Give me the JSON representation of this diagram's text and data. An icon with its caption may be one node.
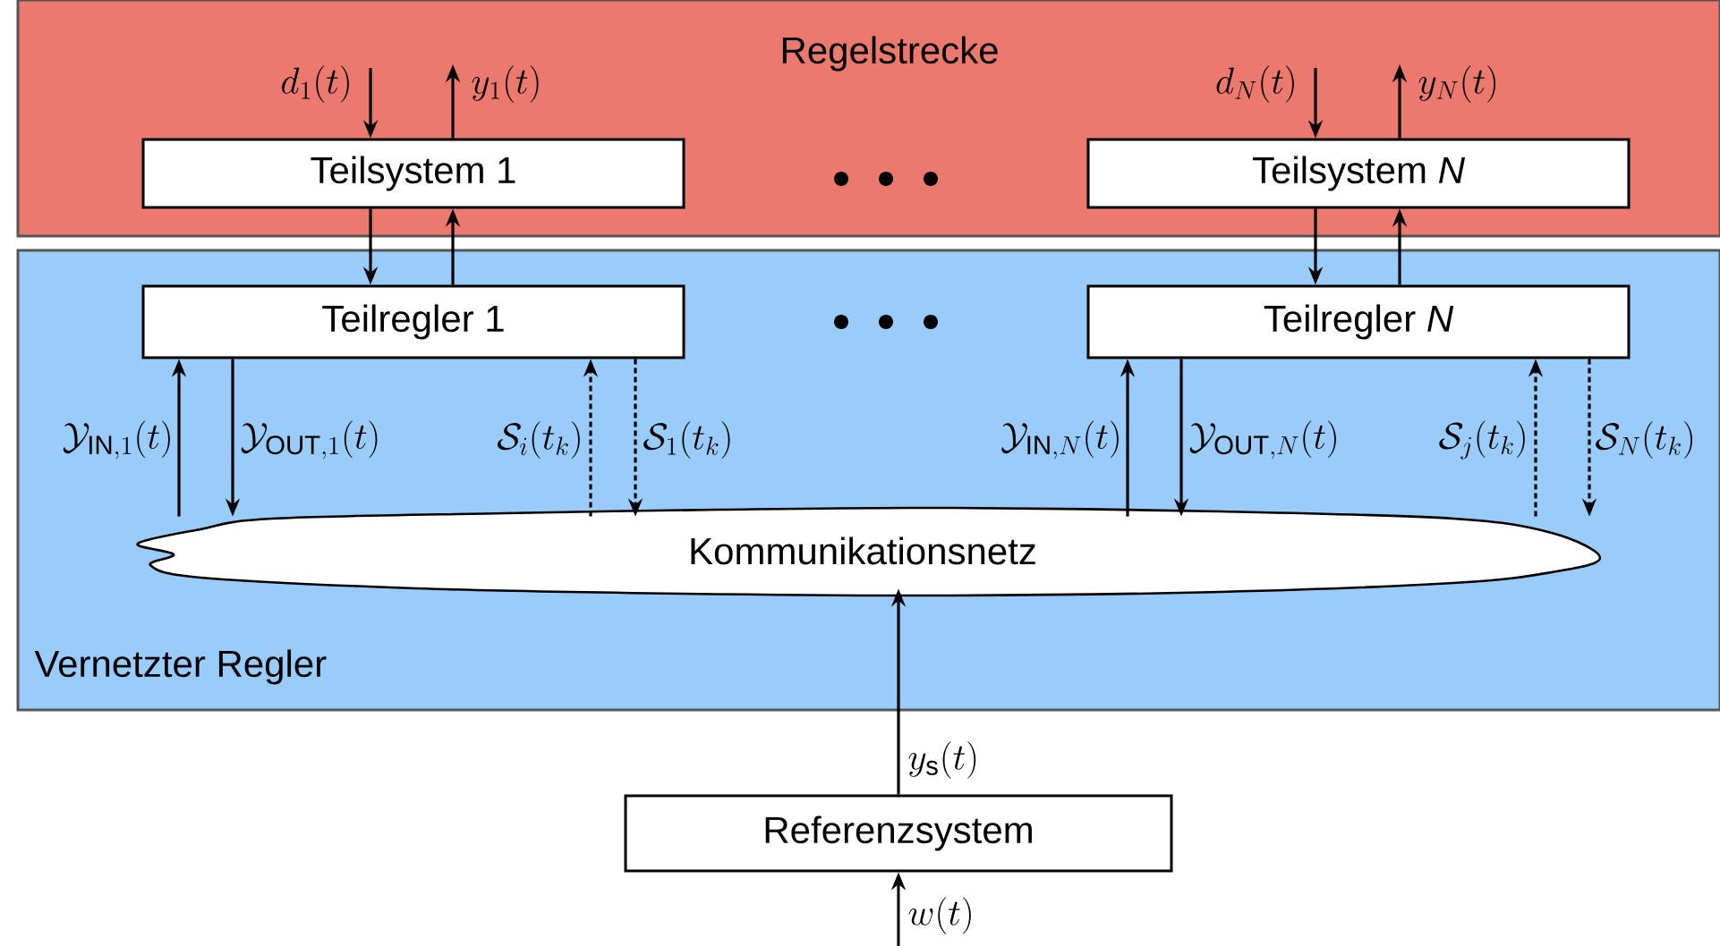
{
  "diagram": {
    "nodes": [
      {
        "text": [
          "Regelstrecke"
        ]
      },
      {
        "text": [
          "Teilsystem 1"
        ],
        "in": 0
      },
      {
        "text": [
          "Teilsystem *N*"
        ],
        "in": 0
      },
      {
        "text": [
          "Vernetzter Regler"
        ]
      },
      {
        "text": [
          "Teilregler 1"
        ],
        "in": 3
      },
      {
        "text": [
          "Teilregler *N*"
        ],
        "in": 3
      },
      {
        "text": [
          "Kommunikationsnetz"
        ],
        "in": 3
      },
      {
        "text": [
          "Referenzsystem"
        ]
      }
    ],
    "edges": [
      {
        "from": null,
        "to": 1,
        "arrow": "to",
        "label": "d_1(t)"
      },
      {
        "from": 1,
        "to": null,
        "arrow": "to",
        "label": "y_1(t)"
      },
      {
        "from": null,
        "to": 2,
        "arrow": "to",
        "label": "d_N(t)"
      },
      {
        "from": 2,
        "to": null,
        "arrow": "to",
        "label": "y_N(t)"
      },
      {
        "from": 1,
        "to": 4,
        "arrow": "to"
      },
      {
        "from": 4,
        "to": 1,
        "arrow": "to"
      },
      {
        "from": 2,
        "to": 5,
        "arrow": "to"
      },
      {
        "from": 5,
        "to": 2,
        "arrow": "to"
      },
      {
        "from": 6,
        "to": 4,
        "arrow": "to",
        "label": "\\mathcal{Y}_{\\mathrm{IN},1}(t)"
      },
      {
        "from": 4,
        "to": 6,
        "arrow": "to",
        "label": "\\mathcal{Y}_{\\mathrm{OUT},1}(t)"
      },
      {
        "from": 6,
        "to": 4,
        "arrow": "to",
        "style": "dashed",
        "label": "\\mathcal{S}_i(t_k)"
      },
      {
        "from": 4,
        "to": 6,
        "arrow": "to",
        "style": "dashed",
        "label": "\\mathcal{S}_1(t_k)"
      },
      {
        "from": 6,
        "to": 5,
        "arrow": "to",
        "label": "\\mathcal{Y}_{\\mathrm{IN},N}(t)"
      },
      {
        "from": 5,
        "to": 6,
        "arrow": "to",
        "label": "\\mathcal{Y}_{\\mathrm{OUT},N}(t)"
      },
      {
        "from": 6,
        "to": 5,
        "arrow": "to",
        "style": "dashed",
        "label": "\\mathcal{S}_j(t_k)"
      },
      {
        "from": 5,
        "to": 6,
        "arrow": "to",
        "style": "dashed",
        "label": "\\mathcal{S}_N(t_k)"
      },
      {
        "from": 7,
        "to": 6,
        "arrow": "to",
        "label": "y_\\mathrm{s}(t)"
      },
      {
        "from": null,
        "to": 7,
        "arrow": "to",
        "label": "w(t)"
      }
    ]
  }
}
